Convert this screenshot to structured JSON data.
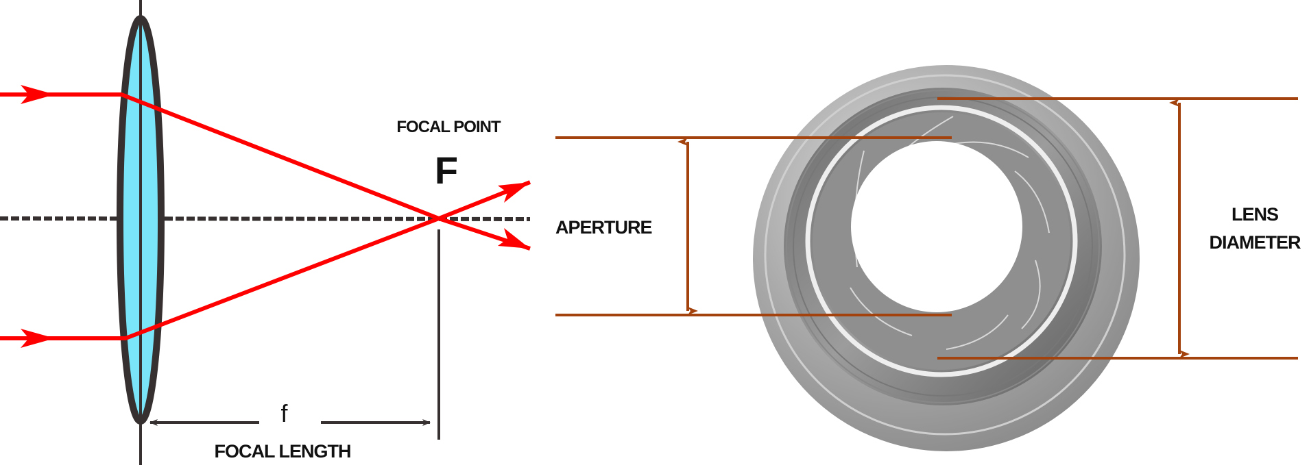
{
  "labels": {
    "focal_point": "FOCAL POINT",
    "focal_point_symbol": "F",
    "focal_length_symbol": "f",
    "focal_length": "FOCAL LENGTH",
    "aperture": "APERTURE",
    "lens_line1": "LENS",
    "lens_line2": "DIAMETER"
  },
  "colors": {
    "ray": "#ff0000",
    "lens_fill": "#7ae5f8",
    "outline": "#373030",
    "dimension": "#a3420c"
  }
}
